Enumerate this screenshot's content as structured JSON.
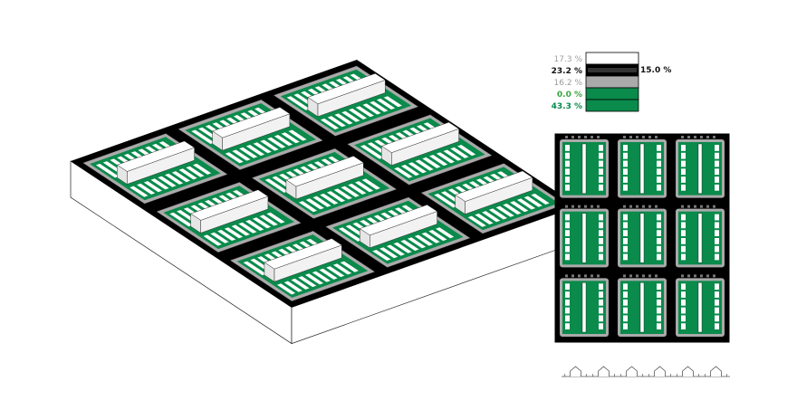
{
  "colors": {
    "green": "#0a8a4b",
    "black": "#000000",
    "gray": "#aaaaaa",
    "light_gray": "#d9d9d9",
    "dark_gray": "#4d4d4d",
    "white": "#ffffff"
  },
  "legend": {
    "rows": [
      {
        "label": "17.3 %",
        "value": 17.3,
        "fill": "#ffffff",
        "text_color": "#a0a0a0",
        "bold": false
      },
      {
        "label": "23.2 %",
        "value": 23.2,
        "fill": "#000000",
        "text_color": "#111111",
        "bold": true
      },
      {
        "label": "16.2 %",
        "value": 16.2,
        "fill": "#aaaaaa",
        "text_color": "#9a9a9a",
        "bold": false
      },
      {
        "label": "0.0 %",
        "value": 0.0,
        "fill": "#0a8a4b",
        "text_color": "#3aa640",
        "bold": true
      },
      {
        "label": "43.3 %",
        "value": 43.3,
        "fill": "#0a8a4b",
        "text_color": "#0a8a4b",
        "bold": true
      }
    ],
    "side_label": "15.0 %",
    "side_value": 15.0
  },
  "site": {
    "grid_cols": 3,
    "grid_rows": 3,
    "block_rows_per_side": 5
  },
  "sections": {
    "count": 6
  }
}
